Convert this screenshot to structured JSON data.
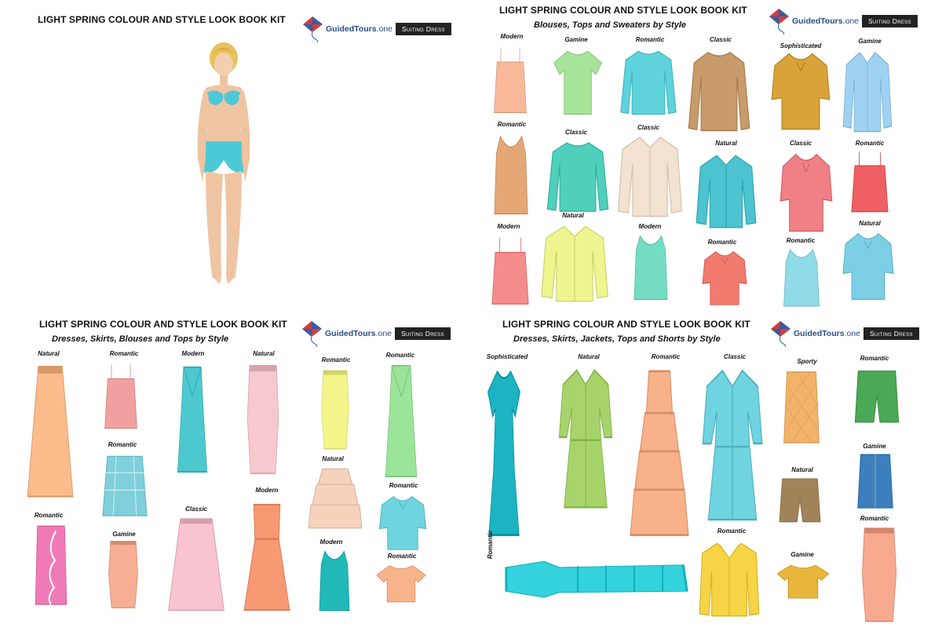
{
  "brand": {
    "name": "GuidedTours",
    "domain": ".one",
    "badge": "Suiting Dress",
    "kite_icon": "kite-logo-icon",
    "colors": {
      "kite_red": "#d93a3a",
      "kite_blue": "#2e5fa8",
      "brand_text": "#2a4c84",
      "badge_bg": "#222222"
    }
  },
  "quadrants": {
    "top_left": {
      "title": "LIGHT SPRING COLOUR AND STYLE LOOK BOOK KIT"
    },
    "top_right": {
      "title": "LIGHT SPRING COLOUR AND STYLE LOOK BOOK KIT",
      "subtitle": "Blouses, Tops and Sweaters by Style",
      "items": [
        {
          "label": "Modern",
          "garment": "camisole",
          "color": "#f7b99a"
        },
        {
          "label": "Gamine",
          "garment": "tee",
          "color": "#a8e39a"
        },
        {
          "label": "Romantic",
          "garment": "sweater",
          "color": "#5ed3dc"
        },
        {
          "label": "Classic",
          "garment": "sweater",
          "color": "#c79b6a"
        },
        {
          "label": "Sophisticated",
          "garment": "blouse",
          "color": "#d9a33a"
        },
        {
          "label": "Gamine",
          "garment": "shirt",
          "color": "#9fd2f2"
        },
        {
          "label": "Romantic",
          "garment": "tank",
          "color": "#e6a776"
        },
        {
          "label": "Classic",
          "garment": "sweater",
          "color": "#4fcfbc"
        },
        {
          "label": "Classic",
          "garment": "shirt",
          "color": "#f3e2cf"
        },
        {
          "label": "Natural",
          "garment": "shirt",
          "color": "#4cc3cf"
        },
        {
          "label": "Classic",
          "garment": "blouse",
          "color": "#f17f86"
        },
        {
          "label": "Romantic",
          "garment": "camisole",
          "color": "#ee6062"
        },
        {
          "label": "Modern",
          "garment": "camisole",
          "color": "#f58c8c"
        },
        {
          "label": "Natural",
          "garment": "shirt",
          "color": "#eef58f"
        },
        {
          "label": "Modern",
          "garment": "tank",
          "color": "#74dcc3"
        },
        {
          "label": "Romantic",
          "garment": "blouse",
          "color": "#f07a6e"
        },
        {
          "label": "Romantic",
          "garment": "tank",
          "color": "#8fdbe8"
        },
        {
          "label": "Natural",
          "garment": "blouse",
          "color": "#7ccfe5"
        }
      ]
    },
    "bottom_left": {
      "title": "LIGHT SPRING COLOUR AND STYLE LOOK BOOK KIT",
      "subtitle": "Dresses, Skirts, Blouses and Tops by Style",
      "items": [
        {
          "label": "Natural",
          "garment": "maxi-skirt",
          "color": "#fbbb8a"
        },
        {
          "label": "Romantic",
          "garment": "camisole",
          "color": "#f1a0a0"
        },
        {
          "label": "Modern",
          "garment": "dress",
          "color": "#4ec8cf"
        },
        {
          "label": "Natural",
          "garment": "pencil-skirt",
          "color": "#f7c9cf"
        },
        {
          "label": "Romantic",
          "garment": "pencil-skirt",
          "color": "#f4f58a"
        },
        {
          "label": "Romantic",
          "garment": "dress",
          "color": "#9be59a"
        },
        {
          "label": "Romantic",
          "garment": "mini-skirt",
          "color": "#7fd0dc"
        },
        {
          "label": "Natural",
          "garment": "tiered-skirt",
          "color": "#f6d2bc"
        },
        {
          "label": "Romantic",
          "garment": "blouse",
          "color": "#6fd4dd"
        },
        {
          "label": "Romantic",
          "garment": "ruffle-skirt",
          "color": "#f07ab8"
        },
        {
          "label": "Gamine",
          "garment": "pencil-skirt",
          "color": "#f7ae94"
        },
        {
          "label": "Classic",
          "garment": "midi-skirt",
          "color": "#f9c4d2"
        },
        {
          "label": "Modern",
          "garment": "strapless-dress",
          "color": "#f79a73"
        },
        {
          "label": "Modern",
          "garment": "tank",
          "color": "#20b9b7"
        },
        {
          "label": "Romantic",
          "garment": "crop-top",
          "color": "#f9b38a"
        }
      ]
    },
    "bottom_right": {
      "title": "LIGHT SPRING COLOUR AND STYLE LOOK BOOK KIT",
      "subtitle": "Dresses, Skirts, Jackets, Tops and Shorts by Style",
      "items": [
        {
          "label": "Sophisticated",
          "garment": "maxi-dress",
          "color": "#1cb3c3"
        },
        {
          "label": "Natural",
          "garment": "shirt-dress",
          "color": "#a6d46a"
        },
        {
          "label": "Romantic",
          "garment": "tiered-dress",
          "color": "#f8b189"
        },
        {
          "label": "Classic",
          "garment": "shirt-dress",
          "color": "#6fd3e0"
        },
        {
          "label": "Sporty",
          "garment": "quilted-skirt",
          "color": "#f2b26a"
        },
        {
          "label": "Romantic",
          "garment": "shorts",
          "color": "#4aa857"
        },
        {
          "label": "Gamine",
          "garment": "denim-skirt",
          "color": "#3b7fbd"
        },
        {
          "label": "Natural",
          "garment": "shorts",
          "color": "#a1835a"
        },
        {
          "label": "Romantic",
          "garment": "jacket",
          "color": "#f7d445"
        },
        {
          "label": "Gamine",
          "garment": "crop-top",
          "color": "#e9b53c"
        },
        {
          "label": "Romantic",
          "garment": "pencil-skirt",
          "color": "#f7a990"
        },
        {
          "label": "Romantic",
          "garment": "long-dress",
          "color": "#34d2dd"
        }
      ]
    }
  }
}
